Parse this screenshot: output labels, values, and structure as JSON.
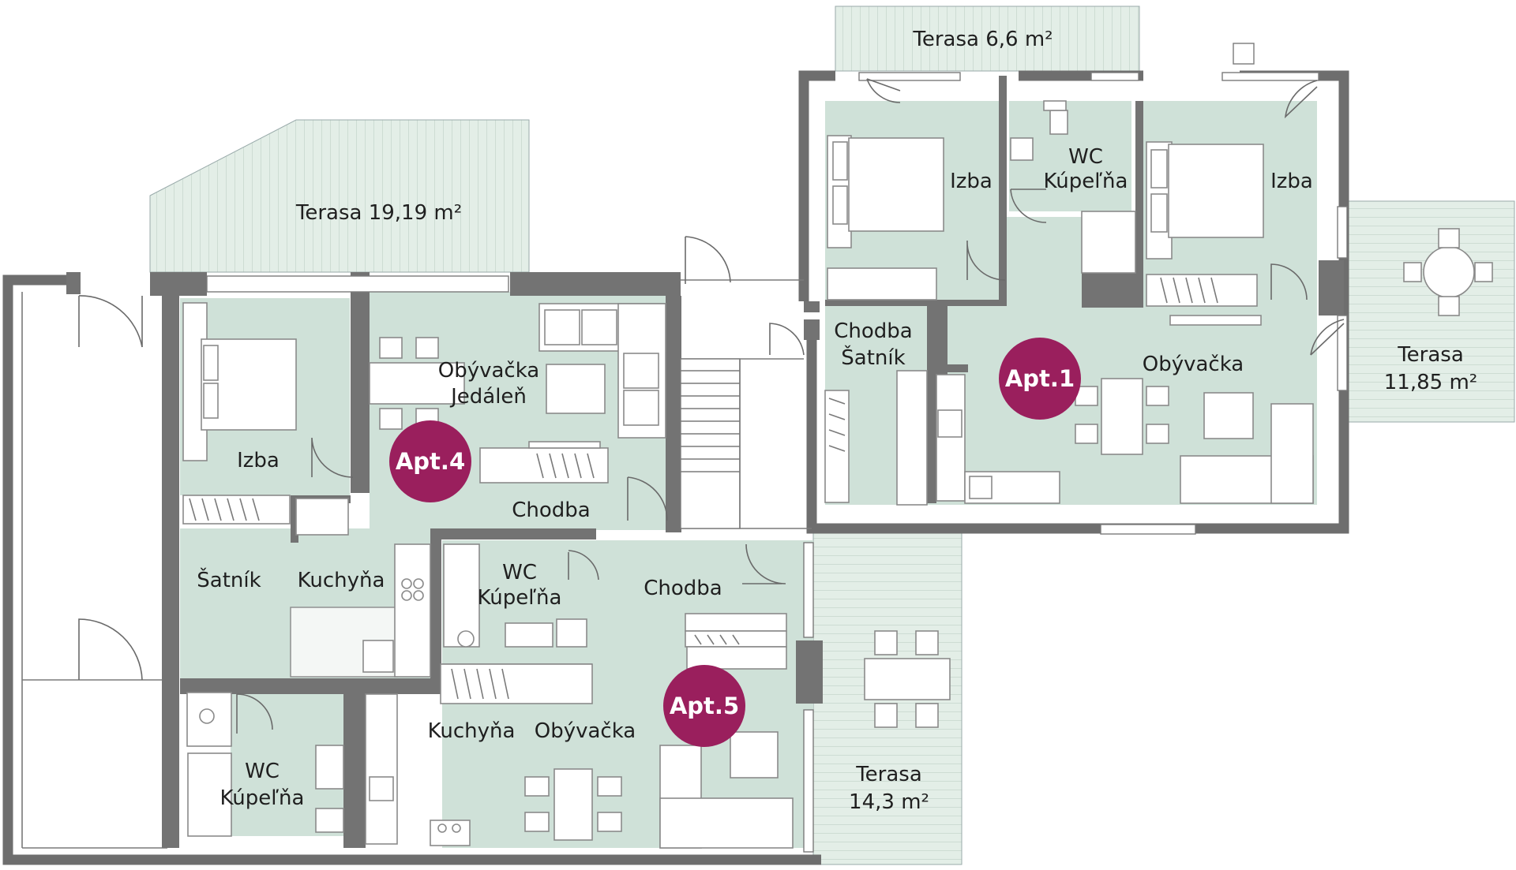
{
  "plan": {
    "colors": {
      "room": "#cfe1d8",
      "terrace": "#e3eee7",
      "wall": "#737373",
      "badge": "#9a1f5d"
    },
    "apartments": [
      {
        "id": "apt1",
        "label": "Apt.1"
      },
      {
        "id": "apt4",
        "label": "Apt.4"
      },
      {
        "id": "apt5",
        "label": "Apt.5"
      }
    ],
    "terraces": [
      {
        "name": "Terasa",
        "area": "6,6 m²"
      },
      {
        "name": "Terasa",
        "area": "19,19 m²"
      },
      {
        "name": "Terasa",
        "area": "11,85 m²"
      },
      {
        "name": "Terasa",
        "area": "14,3 m²"
      }
    ],
    "rooms": {
      "apt1": {
        "izba_left": "Izba",
        "wc_line1": "WC",
        "wc_line2": "Kúpeľňa",
        "izba_right": "Izba",
        "chodba_line1": "Chodba",
        "chodba_line2": "Šatník",
        "obyvacka": "Obývačka"
      },
      "apt4": {
        "izba": "Izba",
        "obyvacka_line1": "Obývačka",
        "obyvacka_line2": "Jedáleň",
        "chodba": "Chodba",
        "satnik": "Šatník",
        "kuchyna": "Kuchyňa",
        "wc_line1": "WC",
        "wc_line2": "Kúpeľňa"
      },
      "apt5": {
        "wc_line1": "WC",
        "wc_line2": "Kúpeľňa",
        "chodba": "Chodba",
        "kuchyna": "Kuchyňa",
        "obyvacka": "Obývačka"
      }
    }
  }
}
